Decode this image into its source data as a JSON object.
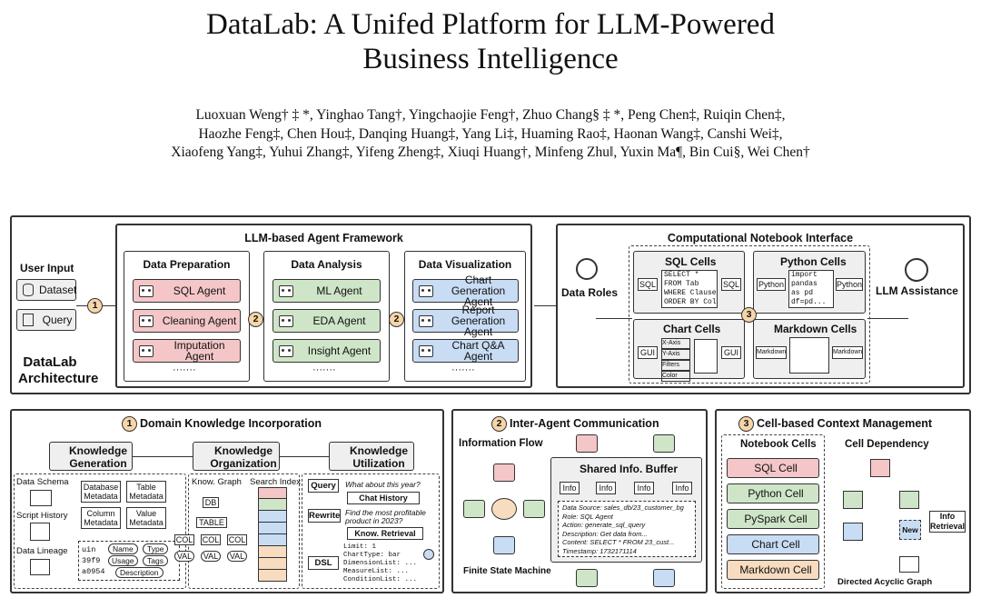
{
  "title": [
    "DataLab: A Unifed Platform for LLM-Powered",
    "Business Intelligence"
  ],
  "authors": [
    "Luoxuan Weng† ‡ *, Yinghao Tang†, Yingchaojie Feng†, Zhuo Chang§ ‡ *, Peng Chen‡, Ruiqin Chen‡,",
    "Haozhe Feng‡, Chen Hou‡, Danqing Huang‡, Yang Li‡, Huaming Rao‡, Haonan Wang‡, Canshi Wei‡,",
    "Xiaofeng Yang‡, Yuhui Zhang‡, Yifeng Zheng‡, Xiuqi Huang†, Minfeng Zhu‖, Yuxin Ma¶, Bin Cui§, Wei Chen†"
  ],
  "arch": {
    "user_input": "User Input",
    "dataset": "Dataset",
    "query": "Query",
    "name": [
      "DataLab",
      "Architecture"
    ],
    "framework": "LLM-based Agent Framework",
    "prep": {
      "title": "Data Preparation",
      "agents": [
        "SQL Agent",
        "Cleaning Agent",
        "Imputation Agent"
      ]
    },
    "analysis": {
      "title": "Data Analysis",
      "agents": [
        "ML Agent",
        "EDA Agent",
        "Insight Agent"
      ]
    },
    "vis": {
      "title": "Data Visualization",
      "agents": [
        "Chart Generation Agent",
        "Report Generation Agent",
        "Chart Q&A Agent"
      ]
    },
    "ellipsis": "·······",
    "notebook": "Computational Notebook Interface",
    "data_roles": "Data Roles",
    "llm_assist": "LLM Assistance",
    "sql_cells": "SQL Cells",
    "python_cells": "Python Cells",
    "chart_cells": "Chart Cells",
    "markdown_cells": "Markdown Cells",
    "sql": "SQL",
    "python": "Python",
    "gui": "GUI",
    "markdown": "Markdown",
    "sql_code": [
      "SELECT *",
      "FROM Tab",
      "WHERE Clause",
      "ORDER BY Col"
    ],
    "py_code": [
      "import",
      "pandas",
      "as pd",
      "df=pd..."
    ],
    "chart_opts": [
      "X-Axis",
      "Y-Axis",
      "Filters",
      "Color"
    ],
    "n1": "1",
    "n2": "2",
    "n3": "3"
  },
  "p1": {
    "title": "Domain Knowledge Incorporation",
    "num": "1",
    "gen": [
      "Knowledge",
      "Generation"
    ],
    "org": [
      "Knowledge",
      "Organization"
    ],
    "util": [
      "Knowledge",
      "Utilization"
    ],
    "data_schema": "Data Schema",
    "script_history": "Script History",
    "data_lineage": "Data Lineage",
    "meta": [
      "Database Metadata",
      "Table Metadata",
      "Column Metadata",
      "Value Metadata"
    ],
    "fields": [
      "uin",
      "Name",
      "Type",
      "39f9",
      "Usage",
      "Tags",
      "a0954",
      "Description"
    ],
    "know_graph": "Know. Graph",
    "search_index": "Search Index",
    "db": "DB",
    "table": "TABLE",
    "col": "COL",
    "val": "VAL",
    "query": "Query",
    "rewrite": "Rewrite",
    "dsl": "DSL",
    "q1": "What about this year?",
    "chat_history": "Chat History",
    "q2": "Find the most profitable product in 2023?",
    "know_retrieval": "Know. Retrieval",
    "dsl_text": [
      "Limit: 1",
      "ChartType: bar",
      "DimensionList: ...",
      "MeasureList: ...",
      "ConditionList: ..."
    ]
  },
  "p2": {
    "title": "Inter-Agent Communication",
    "num": "2",
    "info_flow": "Information Flow",
    "fsm": "Finite State Machine",
    "buffer": "Shared Info. Buffer",
    "info": "Info",
    "record": [
      "Data Source: sales_db/23_customer_bg",
      "Role: SQL Agent",
      "Action: generate_sql_query",
      "Description: Get data from...",
      "Content: SELECT * FROM 23_cust...",
      "Timestamp: 1732171114"
    ]
  },
  "p3": {
    "title": "Cell-based Context Management",
    "num": "3",
    "notebook_cells": "Notebook Cells",
    "cell_dep": "Cell Dependency",
    "cells": [
      "SQL Cell",
      "Python Cell",
      "PySpark Cell",
      "Chart Cell",
      "Markdown Cell"
    ],
    "new": "New",
    "info_retrieval": [
      "Info",
      "Retrieval"
    ],
    "dag": "Directed Acyclic Graph"
  },
  "colors": {
    "pink": "#f4c6c8",
    "green": "#cfe5c8",
    "blue": "#c8dcf4",
    "orange": "#f7dcc0",
    "grey": "#efefef"
  }
}
